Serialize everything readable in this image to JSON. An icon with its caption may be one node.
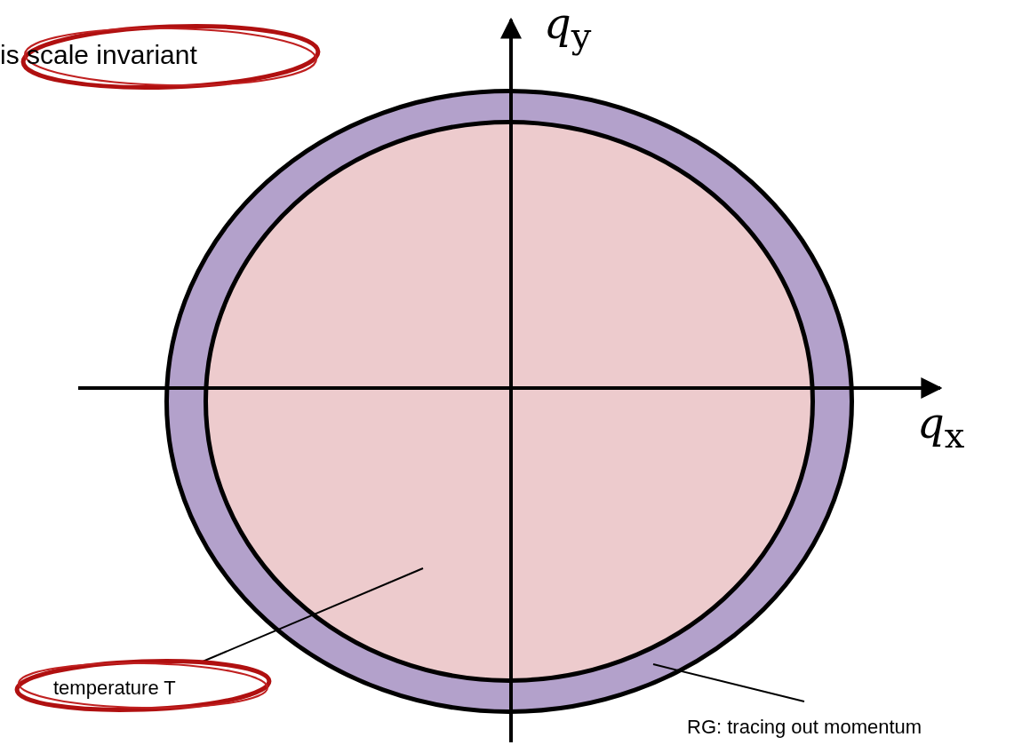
{
  "diagram": {
    "nodes": [
      {
        "text": [
          "is scale invariant"
        ]
      },
      {
        "text": [],
        "shape": "circle"
      },
      {
        "text": [],
        "shape": "circle",
        "in": 1
      },
      {
        "text": [
          "temperature T"
        ]
      },
      {
        "text": [
          "RG: tracing out momentum"
        ]
      }
    ],
    "edges": [
      {
        "from": 3,
        "to": 2,
        "arrow": "none"
      },
      {
        "from": 4,
        "to": 1,
        "arrow": "none"
      }
    ],
    "labels": [
      "*q*$_{y}$",
      "*q*$_{x}$"
    ]
  }
}
